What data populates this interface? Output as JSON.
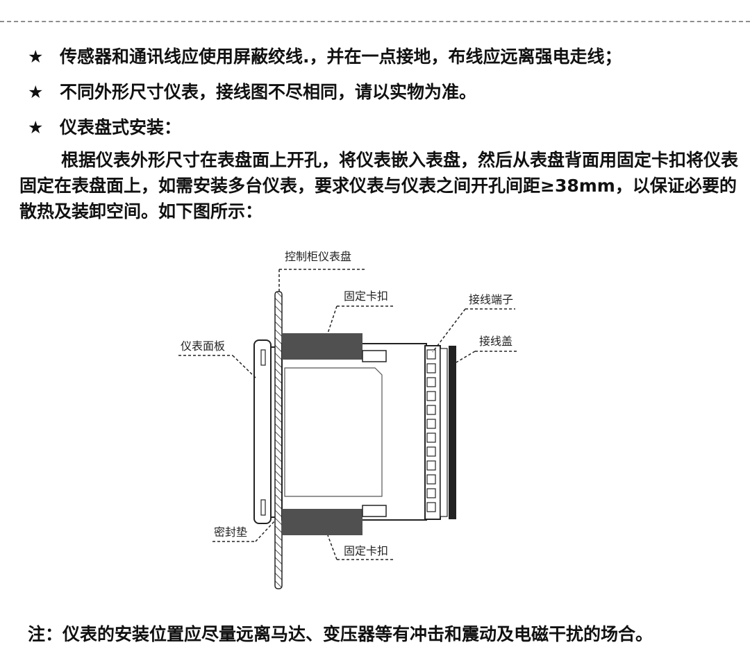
{
  "bullets": [
    {
      "star": "★",
      "text": "传感器和通讯线应使用屏蔽绞线.，并在一点接地，布线应远离强电走线；"
    },
    {
      "star": "★",
      "text": "不同外形尺寸仪表，接线图不尽相同，请以实物为准。"
    },
    {
      "star": "★",
      "text": "仪表盘式安装："
    }
  ],
  "paragraph": "根据仪表外形尺寸在表盘面上开孔，将仪表嵌入表盘，然后从表盘背面用固定卡扣将仪表固定在表盘面上，如需安装多台仪表，要求仪表与仪表之间开孔间距≥38mm，以保证必要的散热及装卸空间。如下图所示：",
  "diagram": {
    "labels": {
      "cabinet_panel": "控制柜仪表盘",
      "clip_top": "固定卡扣",
      "terminal": "接线端子",
      "cover": "接线盖",
      "face_panel": "仪表面板",
      "gasket": "密封垫",
      "clip_bottom": "固定卡扣"
    }
  },
  "note": "注：仪表的安装位置应尽量远离马达、变压器等有冲击和震动及电磁干扰的场合。"
}
